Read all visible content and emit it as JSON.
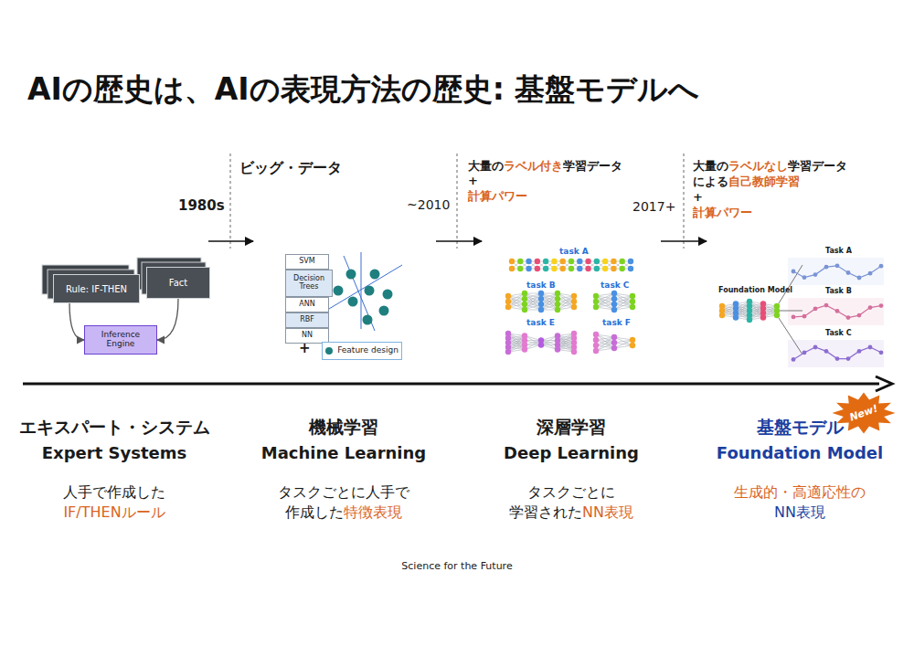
{
  "diagram": {
    "title": "AIの歴史は、AIの表現方法の歴史: 基盤モデルへ",
    "nodes": [
      {
        "text": [
          "Rule: IF-THEN"
        ]
      },
      {
        "text": [
          "Fact"
        ]
      },
      {
        "text": [
          "Inference Engine"
        ]
      },
      {
        "text": [
          "SVM"
        ]
      },
      {
        "text": [
          "Decision Trees"
        ]
      },
      {
        "text": [
          "ANN"
        ]
      },
      {
        "text": [
          "RBF"
        ]
      },
      {
        "text": [
          "NN"
        ]
      },
      {
        "text": [
          "Feature design"
        ]
      }
    ],
    "edges": [
      {
        "from": 0,
        "to": 2,
        "arrow": "to"
      },
      {
        "from": 1,
        "to": 2,
        "arrow": "to"
      }
    ],
    "labels": [
      "1980s",
      "ビッグ・データ",
      "~2010",
      "大量の",
      "ラベル付き",
      "学習データ",
      "+",
      "計算パワー",
      "2017+",
      "大量の",
      "ラベルなし",
      "学習データ",
      "による",
      "自己教師学習",
      "+",
      "計算パワー",
      "+",
      "task A",
      "task B",
      "task C",
      "task E",
      "task F",
      "Foundation Model",
      "Task A",
      "Task B",
      "Task C",
      "エキスパート・システム",
      "Expert Systems",
      "人手で作成した",
      "IF/THENルール",
      "機械学習",
      "Machine Learning",
      "タスクごとに人手で",
      "作成した",
      "特徴表現",
      "深層学習",
      "Deep Learning",
      "タスクごとに",
      "学習された",
      "NN表現",
      "基盤モデル",
      "Foundation Model",
      "生成的・高適応性の",
      "NN表現",
      "New!",
      "Science for the Future"
    ]
  }
}
